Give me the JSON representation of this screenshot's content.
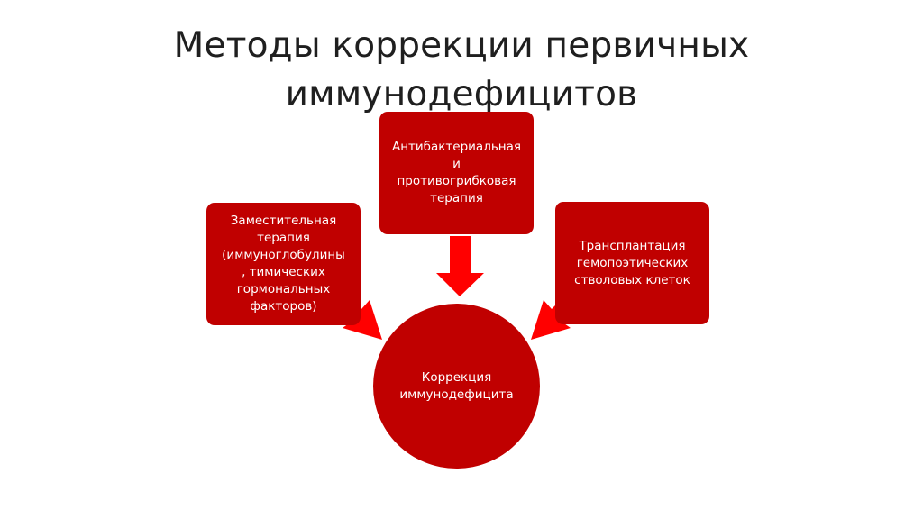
{
  "slide": {
    "title": "Методы коррекции первичных иммунодефицитов"
  },
  "diagram": {
    "center": "Коррекция\nиммунодефицита",
    "top_box": "Антибактериальная\nи\nпротивогрибковая\nтерапия",
    "left_box": "Заместительная\nтерапия\n(иммуноглобулины\n, тимических\nгормональных\nфакторов)",
    "right_box": "Трансплантация\nгемопоэтических\nстволовых клеток"
  },
  "colors": {
    "box_fill": "#c00000",
    "arrow_fill": "#ff0000",
    "title_text": "#1f1f1f"
  }
}
